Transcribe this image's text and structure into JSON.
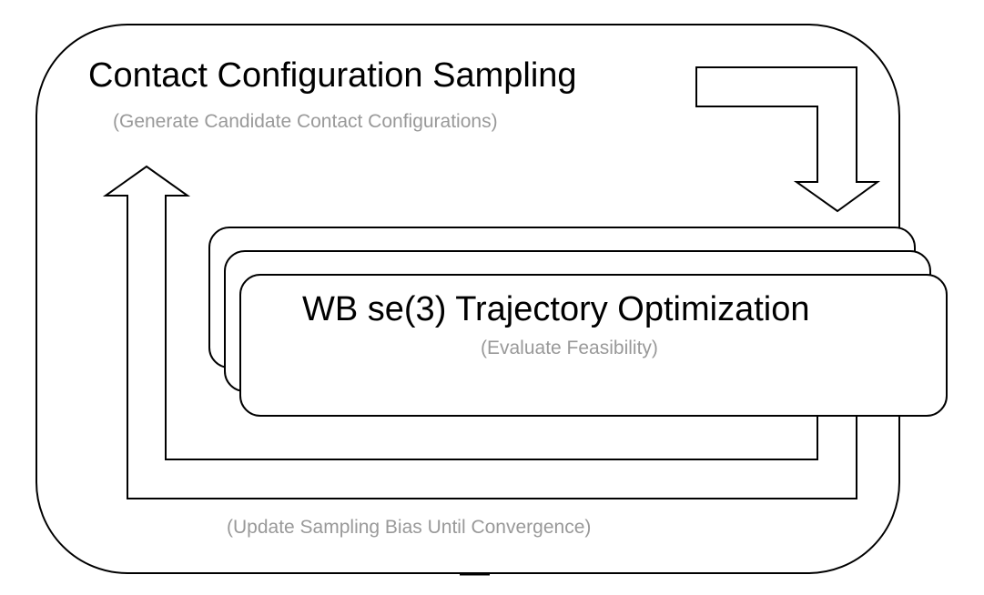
{
  "diagram": {
    "outer_block": {
      "title": "Contact Configuration Sampling",
      "subtitle": "(Generate Candidate Contact Configurations)"
    },
    "inner_block": {
      "title": "WB se(3) Trajectory Optimization",
      "subtitle": "(Evaluate Feasibility)",
      "stack_count": 3
    },
    "feedback_loop": {
      "label": "(Update Sampling Bias Until Convergence)"
    },
    "arrows": [
      {
        "name": "sample-to-optimize",
        "direction": "down",
        "from": "Contact Configuration Sampling",
        "to": "WB se(3) Trajectory Optimization"
      },
      {
        "name": "feedback-to-sampling",
        "direction": "up",
        "from": "WB se(3) Trajectory Optimization",
        "to": "Contact Configuration Sampling"
      }
    ],
    "colors": {
      "stroke": "#000000",
      "title_text": "#000000",
      "subtitle_text": "#999999",
      "background": "#ffffff"
    }
  }
}
